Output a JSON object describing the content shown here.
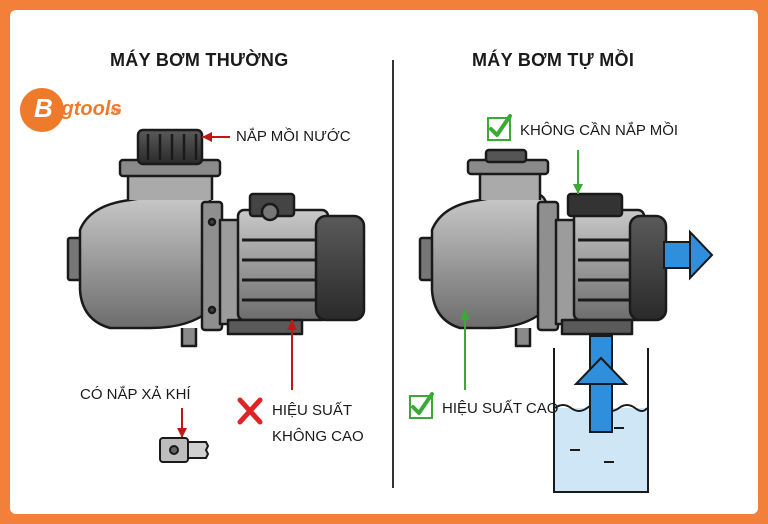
{
  "brand": {
    "logo_letter": "B",
    "logo_word": "igtools",
    "logo_tld": ".vn",
    "accent_color": "#ee7a2c",
    "border_color": "#f2803a"
  },
  "left_panel": {
    "heading": "MÁY BƠM THƯỜNG",
    "labels": {
      "priming_cap": "NẮP MỒI NƯỚC",
      "drain_cap": "CÓ NẮP XẢ KHÍ",
      "efficiency_line1": "HIỆU SUẤT",
      "efficiency_line2": "KHÔNG CAO"
    },
    "efficiency_mark": "cross-icon",
    "mark_color": "#e02424"
  },
  "right_panel": {
    "heading": "MÁY BƠM TỰ MỒI",
    "labels": {
      "no_cap": "KHÔNG CẦN NẮP MỒI",
      "efficiency": "HIỆU SUẤT CAO"
    },
    "check_icons": [
      "check-icon",
      "check-icon"
    ],
    "mark_color": "#3aa935",
    "flow_color": "#2f8fdc"
  }
}
